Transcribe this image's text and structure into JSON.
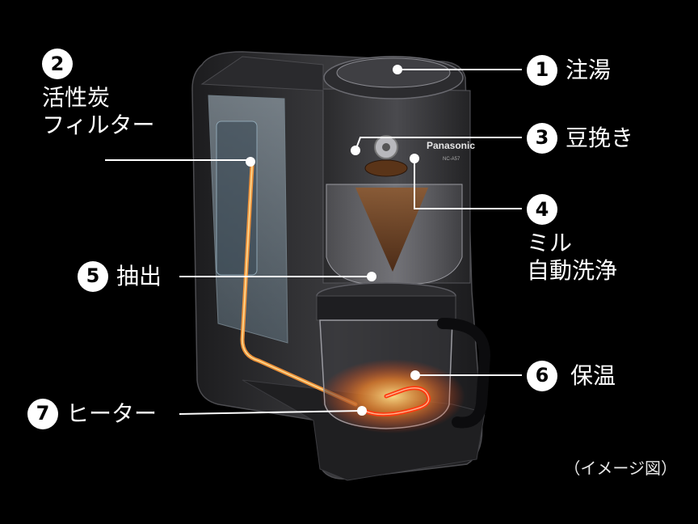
{
  "callouts": [
    {
      "num": "1",
      "lines": [
        "注湯"
      ]
    },
    {
      "num": "2",
      "lines": [
        "活性炭",
        "フィルター"
      ]
    },
    {
      "num": "3",
      "lines": [
        "豆挽き"
      ]
    },
    {
      "num": "4",
      "lines": [
        "ミル",
        "自動洗浄"
      ]
    },
    {
      "num": "5",
      "lines": [
        "抽出"
      ]
    },
    {
      "num": "6",
      "lines": [
        "保温"
      ]
    },
    {
      "num": "7",
      "lines": [
        "ヒーター"
      ]
    }
  ],
  "brand": "Panasonic",
  "model": "NC-A57",
  "note": "（イメージ図）",
  "colors": {
    "background": "#000000",
    "body": "#2b2b2d",
    "heater": "#ff4a1a",
    "glow": "#ffb347",
    "coffee": "#6a3a1c",
    "water": "#a9c4d6"
  }
}
